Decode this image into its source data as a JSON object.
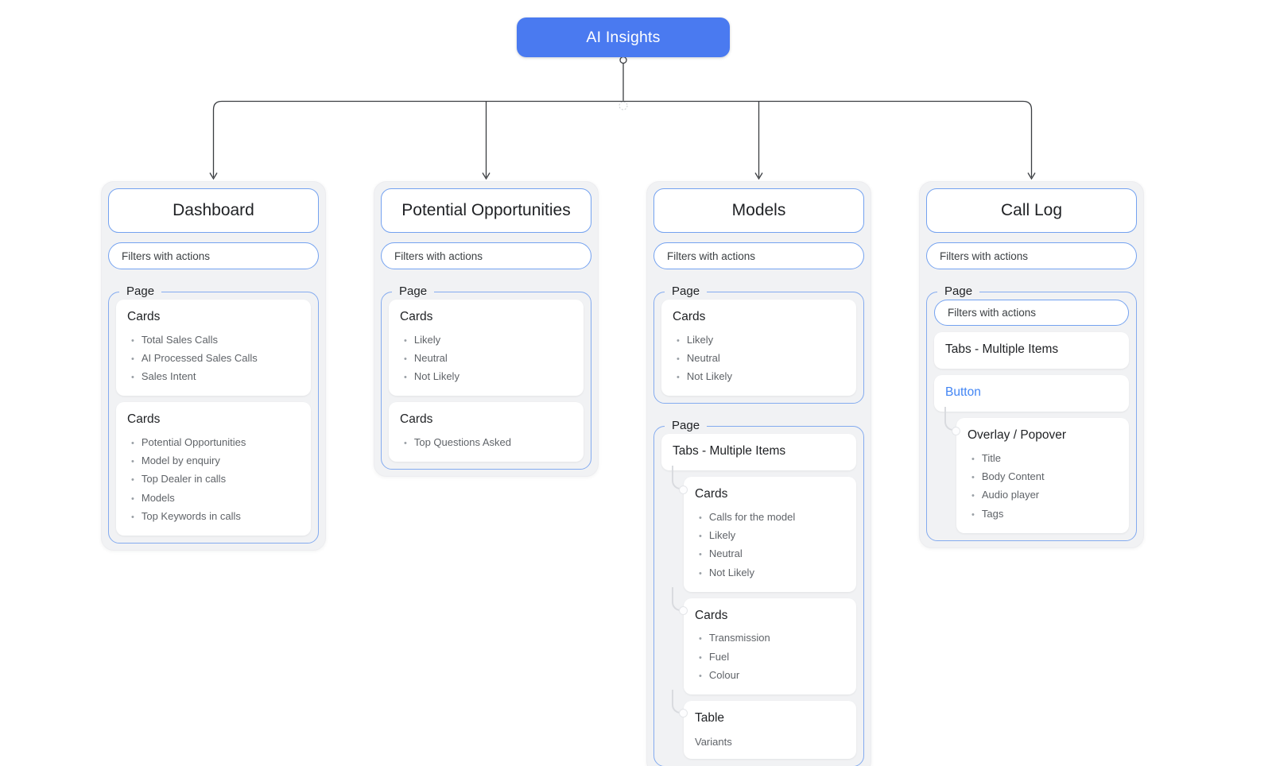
{
  "root": {
    "label": "AI Insights"
  },
  "colors": {
    "root_fill": "#4a7af0",
    "node_border_blue": "#74a2f0",
    "page_border_blue": "#84abef",
    "accent_text_blue": "#4285f4",
    "connector_dark": "#3b3e42",
    "nested_connector_gray": "#d9dbdf",
    "branch_background": "#f1f2f4"
  },
  "branches": [
    {
      "id": "dashboard",
      "title": "Dashboard",
      "filters_label": "Filters with actions",
      "pages": [
        {
          "label": "Page",
          "children": [
            {
              "kind": "card",
              "heading": "Cards",
              "items": [
                "Total Sales Calls",
                "AI Processed Sales Calls",
                "Sales Intent"
              ]
            },
            {
              "kind": "card",
              "heading": "Cards",
              "items": [
                "Potential Opportunities",
                "Model by enquiry",
                "Top Dealer in calls",
                "Models",
                "Top Keywords in calls"
              ]
            }
          ]
        }
      ]
    },
    {
      "id": "potential-opportunities",
      "title": "Potential Opportunities",
      "filters_label": "Filters with actions",
      "pages": [
        {
          "label": "Page",
          "children": [
            {
              "kind": "card",
              "heading": "Cards",
              "items": [
                "Likely",
                "Neutral",
                "Not Likely"
              ]
            },
            {
              "kind": "card",
              "heading": "Cards",
              "items": [
                "Top Questions Asked"
              ]
            }
          ]
        }
      ]
    },
    {
      "id": "models",
      "title": "Models",
      "filters_label": "Filters with actions",
      "pages": [
        {
          "label": "Page",
          "children": [
            {
              "kind": "card",
              "heading": "Cards",
              "items": [
                "Likely",
                "Neutral",
                "Not Likely"
              ]
            }
          ]
        },
        {
          "label": "Page",
          "children": [
            {
              "kind": "card",
              "heading": "Tabs - Multiple Items"
            },
            {
              "kind": "card",
              "nested": true,
              "heading": "Cards",
              "items": [
                "Calls for the model",
                "Likely",
                "Neutral",
                "Not Likely"
              ]
            },
            {
              "kind": "card",
              "nested": true,
              "heading": "Cards",
              "items": [
                "Transmission",
                "Fuel",
                "Colour"
              ]
            },
            {
              "kind": "card",
              "nested": true,
              "heading": "Table",
              "subtext": "Variants"
            }
          ]
        }
      ]
    },
    {
      "id": "call-log",
      "title": "Call Log",
      "filters_label": "Filters with actions",
      "pages": [
        {
          "label": "Page",
          "children": [
            {
              "kind": "pill",
              "label": "Filters with actions"
            },
            {
              "kind": "card",
              "heading": "Tabs - Multiple Items"
            },
            {
              "kind": "card",
              "accent": true,
              "heading": "Button"
            },
            {
              "kind": "card",
              "nested": true,
              "heading": "Overlay / Popover",
              "items": [
                "Title",
                "Body Content",
                "Audio player",
                "Tags"
              ]
            }
          ]
        }
      ]
    }
  ]
}
